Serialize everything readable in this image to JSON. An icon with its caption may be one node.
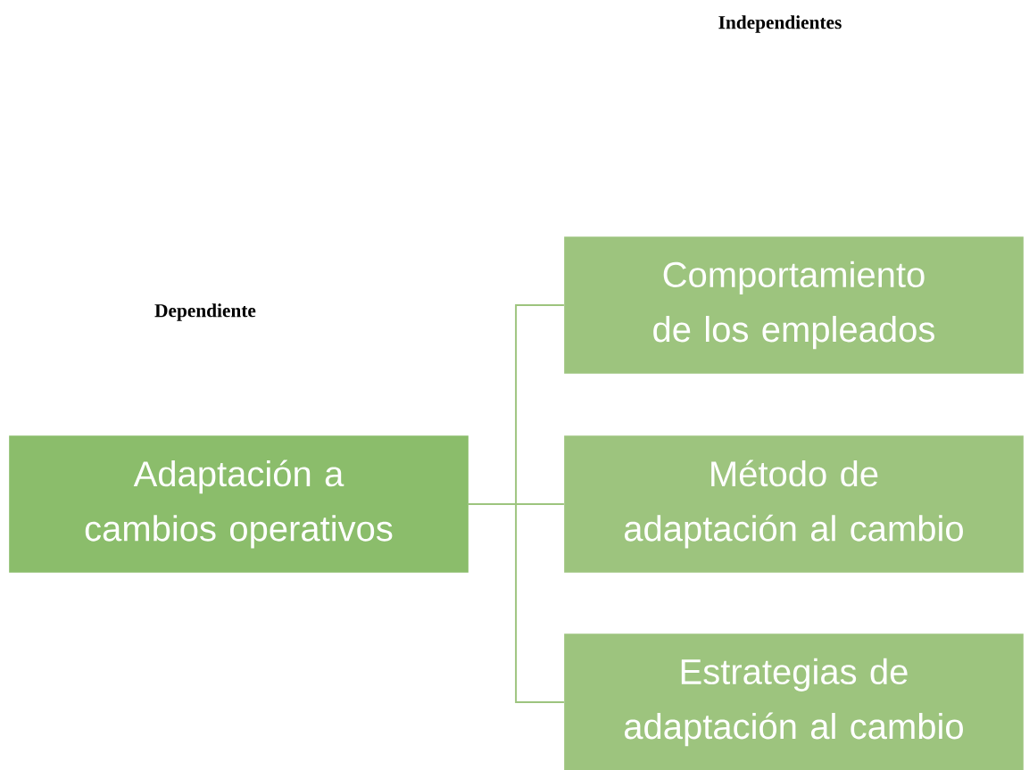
{
  "diagram": {
    "nodes": [
      {
        "text": [
          "Adaptación a cambios operativos"
        ]
      },
      {
        "text": [
          "Comportamiento de los empleados"
        ]
      },
      {
        "text": [
          "Método de adaptación al cambio"
        ]
      },
      {
        "text": [
          "Estrategias de adaptación al cambio"
        ]
      }
    ],
    "edges": [
      {
        "from": 0,
        "to": 1,
        "arrow": "none"
      },
      {
        "from": 0,
        "to": 2,
        "arrow": "none"
      },
      {
        "from": 0,
        "to": 3,
        "arrow": "none"
      }
    ],
    "labels": [
      "Independientes",
      "Dependiente"
    ]
  }
}
